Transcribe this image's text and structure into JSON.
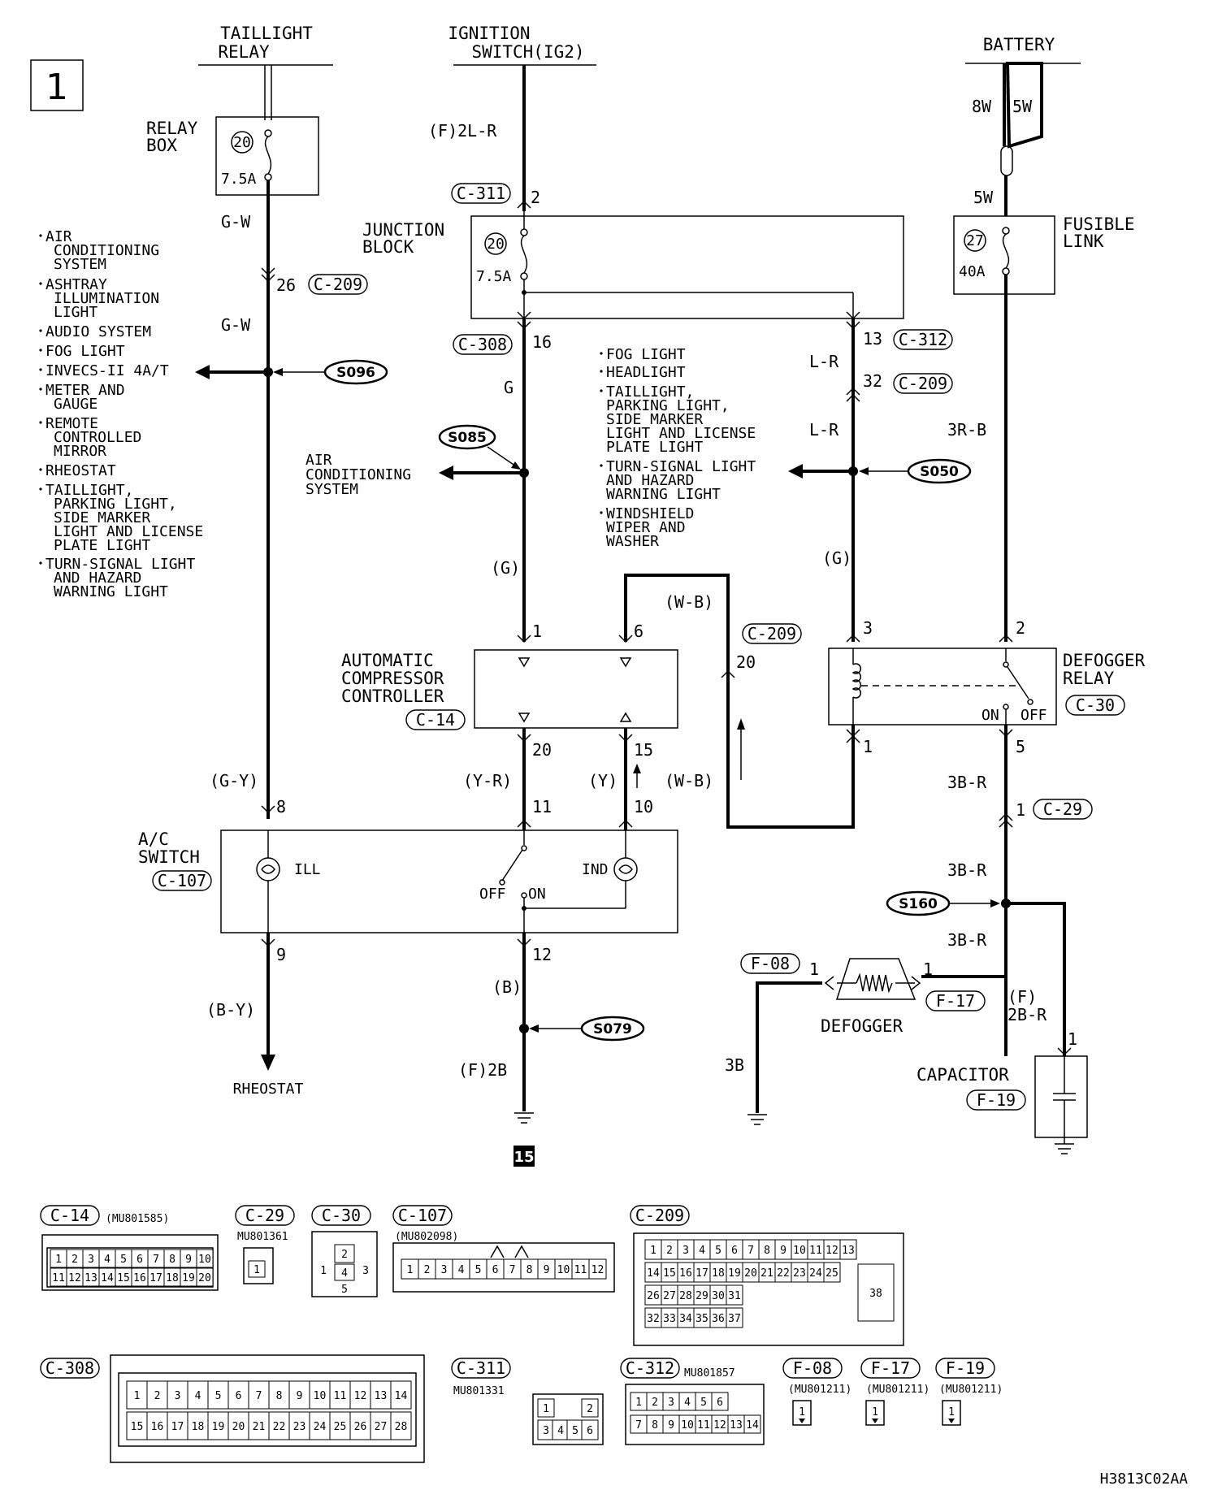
{
  "page_number": "1",
  "sources": {
    "taillight_relay": [
      "TAILLIGHT",
      "RELAY"
    ],
    "ignition_switch": [
      "IGNITION",
      "SWITCH(IG2)"
    ],
    "battery": "BATTERY"
  },
  "components": {
    "relay_box": [
      "RELAY",
      "BOX"
    ],
    "relay_fuse_no": "20",
    "relay_fuse_rating": "7.5A",
    "junction_block": [
      "JUNCTION",
      "BLOCK"
    ],
    "jb_fuse_no": "20",
    "jb_fuse_rating": "7.5A",
    "fusible_link": [
      "FUSIBLE",
      "LINK"
    ],
    "fl_no": "27",
    "fl_rating": "40A",
    "compressor_controller": [
      "AUTOMATIC",
      "COMPRESSOR",
      "CONTROLLER"
    ],
    "compressor_connector": "C-14",
    "ac_switch": [
      "A/C",
      "SWITCH"
    ],
    "ac_switch_connector": "C-107",
    "ill": "ILL",
    "ind": "IND",
    "off": "OFF",
    "on": "ON",
    "defogger_relay": [
      "DEFOGGER",
      "RELAY"
    ],
    "defogger_relay_connector": "C-30",
    "relay_on": "ON",
    "relay_off": "OFF",
    "defogger": "DEFOGGER",
    "capacitor": "CAPACITOR",
    "capacitor_connector": "F-19",
    "rheostat": "RHEOSTAT",
    "ground_point": "15"
  },
  "wires": {
    "gw_top": "G-W",
    "gw_mid": "G-W",
    "gy": "(G-Y)",
    "by": "(B-Y)",
    "f2lr": "(F)2L-R",
    "g": "G",
    "g_paren": "(G)",
    "yr": "(Y-R)",
    "y": "(Y)",
    "b": "(B)",
    "f2b": "(F)2B",
    "wb_top": "(W-B)",
    "wb_mid": "(W-B)",
    "lr1": "L-R",
    "lr2": "L-R",
    "g_right": "(G)",
    "w8": "8W",
    "w5": "5W",
    "w5b": "5W",
    "r3b": "3R-B",
    "b3r1": "3B-R",
    "b3r2": "3B-R",
    "b3r3": "3B-R",
    "f2br": [
      "(F)",
      "2B-R"
    ],
    "b3": "3B"
  },
  "connectors": {
    "c209a": "C-209",
    "c311": "C-311",
    "c308": "C-308",
    "c312": "C-312",
    "c209b": "C-209",
    "c209c": "C-209",
    "c29": "C-29",
    "f08": "F-08",
    "f17": "F-17"
  },
  "pins": {
    "p26": "26",
    "p2": "2",
    "p16": "16",
    "p13": "13",
    "p32": "32",
    "p1": "1",
    "p6": "6",
    "p20": "20",
    "p3": "3",
    "p2b": "2",
    "p20b": "20",
    "p15": "15",
    "p11": "11",
    "p10": "10",
    "p8": "8",
    "p9": "9",
    "p12": "12",
    "p1r": "1",
    "p5": "5",
    "p1c": "1",
    "p1d": "1",
    "p1e": "1",
    "p1f": "1"
  },
  "splices": {
    "s096": "S096",
    "s085": "S085",
    "s050": "S050",
    "s079": "S079",
    "s160": "S160"
  },
  "left_list": [
    [
      "AIR",
      "CONDITIONING",
      "SYSTEM"
    ],
    [
      "ASHTRAY",
      "ILLUMINATION",
      "LIGHT"
    ],
    [
      "AUDIO SYSTEM"
    ],
    [
      "FOG LIGHT"
    ],
    [
      "INVECS-II 4A/T"
    ],
    [
      "METER AND",
      "GAUGE"
    ],
    [
      "REMOTE",
      "CONTROLLED",
      "MIRROR"
    ],
    [
      "RHEOSTAT"
    ],
    [
      "TAILLIGHT,",
      "PARKING LIGHT,",
      "SIDE MARKER",
      "LIGHT AND LICENSE",
      "PLATE LIGHT"
    ],
    [
      "TURN-SIGNAL LIGHT",
      "AND HAZARD",
      "WARNING LIGHT"
    ]
  ],
  "mid_label": [
    "AIR",
    "CONDITIONING",
    "SYSTEM"
  ],
  "right_list": [
    [
      "FOG LIGHT"
    ],
    [
      "HEADLIGHT"
    ],
    [
      "TAILLIGHT,",
      "PARKING LIGHT,",
      "SIDE MARKER",
      "LIGHT AND LICENSE",
      "PLATE LIGHT"
    ],
    [
      "TURN-SIGNAL LIGHT",
      "AND HAZARD",
      "WARNING LIGHT"
    ],
    [
      "WINDSHIELD",
      "WIPER AND",
      "WASHER"
    ]
  ],
  "connector_views": {
    "c14": {
      "label": "C-14",
      "part": "(MU801585)",
      "row1": [
        "1",
        "2",
        "3",
        "4",
        "5",
        "6",
        "7",
        "8",
        "9",
        "10"
      ],
      "row2": [
        "11",
        "12",
        "13",
        "14",
        "15",
        "16",
        "17",
        "18",
        "19",
        "20"
      ]
    },
    "c29": {
      "label": "C-29",
      "part": "MU801361",
      "pins": [
        "1"
      ]
    },
    "c30": {
      "label": "C-30",
      "pins": [
        "1",
        "2",
        "3",
        "4",
        "5"
      ]
    },
    "c107": {
      "label": "C-107",
      "part": "(MU802098)",
      "pins": [
        "1",
        "2",
        "3",
        "4",
        "5",
        "6",
        "7",
        "8",
        "9",
        "10",
        "11",
        "12"
      ]
    },
    "c209": {
      "label": "C-209",
      "row1": [
        "1",
        "2",
        "3",
        "4",
        "5",
        "6",
        "7",
        "8",
        "9",
        "10",
        "11",
        "12",
        "13"
      ],
      "row2": [
        "14",
        "15",
        "16",
        "17",
        "18",
        "19",
        "20",
        "21",
        "22",
        "23",
        "24",
        "25"
      ],
      "row3": [
        "26",
        "27",
        "28",
        "29",
        "30",
        "31"
      ],
      "row4": [
        "32",
        "33",
        "34",
        "35",
        "36",
        "37"
      ],
      "big": "38"
    },
    "c308": {
      "label": "C-308",
      "row1": [
        "1",
        "2",
        "3",
        "4",
        "5",
        "6",
        "7",
        "8",
        "9",
        "10",
        "11",
        "12",
        "13",
        "14"
      ],
      "row2": [
        "15",
        "16",
        "17",
        "18",
        "19",
        "20",
        "21",
        "22",
        "23",
        "24",
        "25",
        "26",
        "27",
        "28"
      ]
    },
    "c311": {
      "label": "C-311",
      "part": "MU801331",
      "pins": [
        "1",
        "2",
        "3",
        "4",
        "5",
        "6"
      ]
    },
    "c312": {
      "label": "C-312",
      "part": "MU801857",
      "row1": [
        "1",
        "2",
        "3",
        "4",
        "5",
        "6"
      ],
      "row2": [
        "7",
        "8",
        "9",
        "10",
        "11",
        "12",
        "13",
        "14"
      ]
    },
    "f08": {
      "label": "F-08",
      "part": "(MU801211)",
      "pins": [
        "1"
      ]
    },
    "f17": {
      "label": "F-17",
      "part": "(MU801211)",
      "pins": [
        "1"
      ]
    },
    "f19": {
      "label": "F-19",
      "part": "(MU801211)",
      "pins": [
        "1"
      ]
    }
  },
  "footer_code": "H3813C02AA"
}
